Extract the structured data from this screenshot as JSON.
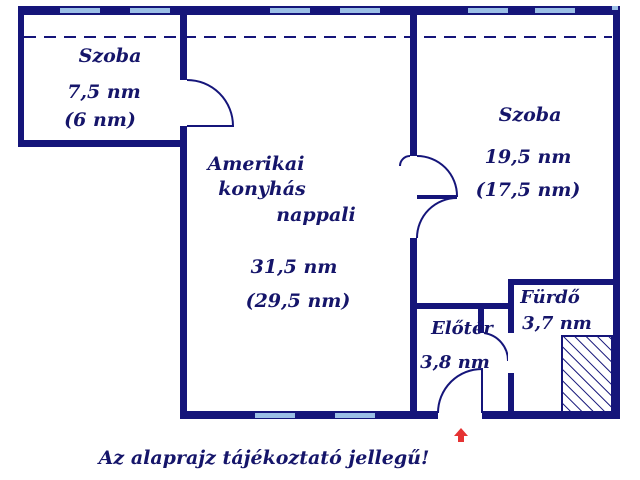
{
  "colors": {
    "wall": "#15157a",
    "window": "#9bbfe6",
    "text": "#15156a",
    "arrow": "#e53333",
    "dashed": "#15157a"
  },
  "rooms": {
    "small_room": {
      "name": "Szoba",
      "area": "7,5 nm",
      "net_area": "(6 nm)"
    },
    "living": {
      "name_line1": "Amerikai",
      "name_line2": "konyhás",
      "name_line3": "nappali",
      "area": "31,5 nm",
      "net_area": "(29,5 nm)"
    },
    "big_room": {
      "name": "Szoba",
      "area": "19,5 nm",
      "net_area": "(17,5 nm)"
    },
    "hall": {
      "name": "Előtér",
      "area": "3,8 nm"
    },
    "bathroom": {
      "name": "Fürdő",
      "area": "3,7 nm"
    }
  },
  "entrance_icon": "entrance-arrow-icon",
  "disclaimer": "Az alaprajz tájékoztató jellegű!"
}
